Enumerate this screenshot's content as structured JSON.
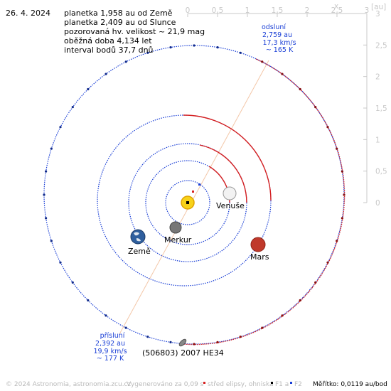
{
  "date": "26. 4. 2024",
  "info": {
    "line1": "planetka 1,958 au od Země",
    "line2": "planetka 2,409 au od Slunce",
    "line3": "pozorovaná hv. velikost ~ 21,9 mag",
    "line4": "oběžná doba 4,134 let",
    "line5": "interval bodů 37,7 dnů"
  },
  "axes": {
    "x_label": "x",
    "unit_label": "[au]",
    "x_ticks": [
      "0",
      "0,5",
      "1",
      "1,5",
      "2",
      "2,5",
      "3"
    ],
    "y_ticks": [
      "3",
      "2,5",
      "2",
      "1,5",
      "1",
      "0,5",
      "0"
    ]
  },
  "planets": {
    "venus": "Venuše",
    "merkur": "Merkur",
    "zeme": "Země",
    "mars": "Mars"
  },
  "aphelion": {
    "title": "odsluní",
    "dist": "2,759 au",
    "speed": "17,3 km/s",
    "temp": "~ 165 K"
  },
  "perihelion": {
    "title": "přísluní",
    "dist": "2,392 au",
    "speed": "19,9 km/s",
    "temp": "~ 177 K"
  },
  "asteroid_name": "(506803) 2007 HE34",
  "footer": {
    "copyright": "© 2024 Astronomia, astronomia.zcu.cz",
    "generated": "Vygenerováno za 0,09 s",
    "legend_center": "střed elipsy, ohniska",
    "legend_f1": "F1 a",
    "legend_f2": "F2",
    "scale": "Měřítko: 0,0119 au/bod"
  },
  "colors": {
    "orbit_blue": "#1a3fd6",
    "orbit_red": "#d62020",
    "axis_grey": "#c8c8c8",
    "apsis_line": "#f3c7a8",
    "sun": "#f7d21a",
    "mars": "#c0392b"
  }
}
